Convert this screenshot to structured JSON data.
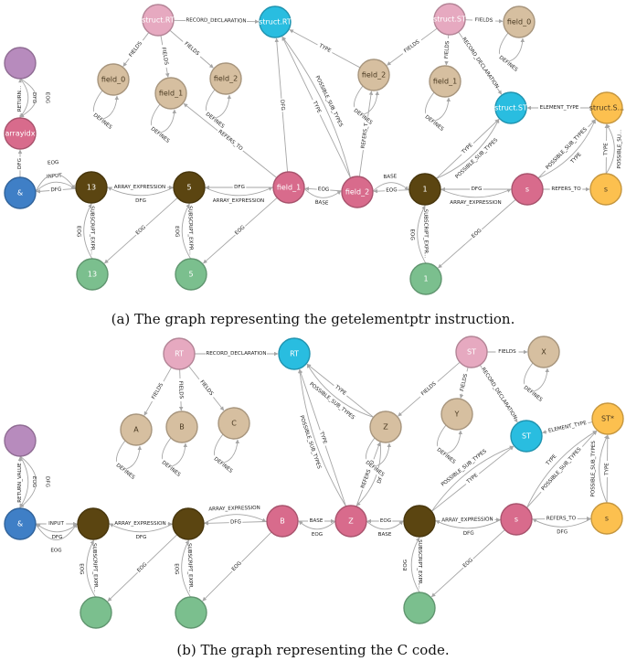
{
  "colors": {
    "purple": "#b78bbd",
    "pink": "#d86b8c",
    "pale_pink": "#e6a9c0",
    "blue": "#3f7fc6",
    "cyan": "#29bde0",
    "tan": "#d6bfa0",
    "dark": "#5b4511",
    "green": "#7bbf8e",
    "orange": "#fcc04f",
    "edge": "#a6a6a6"
  },
  "captions": {
    "a": "(a) The graph representing the getelementptr instruction.",
    "b": "(b) The graph representing the C code."
  },
  "graph_a": {
    "nodes": [
      {
        "id": "a_purple",
        "label": "",
        "color": "purple"
      },
      {
        "id": "a_arrayidx",
        "label": "arrayidx",
        "color": "pink"
      },
      {
        "id": "a_amp",
        "label": "&",
        "color": "blue"
      },
      {
        "id": "a_13",
        "label": "13",
        "color": "dark"
      },
      {
        "id": "a_5",
        "label": "5",
        "color": "dark"
      },
      {
        "id": "a_field1",
        "label": "field_1",
        "color": "pink"
      },
      {
        "id": "a_field2",
        "label": "field_2",
        "color": "pink"
      },
      {
        "id": "a_1",
        "label": "1",
        "color": "dark"
      },
      {
        "id": "a_s",
        "label": "s",
        "color": "pink"
      },
      {
        "id": "a_s_y",
        "label": "s",
        "color": "orange"
      },
      {
        "id": "a_13g",
        "label": "13",
        "color": "green"
      },
      {
        "id": "a_5g",
        "label": "5",
        "color": "green"
      },
      {
        "id": "a_1g",
        "label": "1",
        "color": "green"
      },
      {
        "id": "a_structRT_p",
        "label": "struct.RT",
        "color": "pale_pink"
      },
      {
        "id": "a_structRT_c",
        "label": "struct.RT",
        "color": "cyan"
      },
      {
        "id": "a_structST_p",
        "label": "struct.ST",
        "color": "pale_pink"
      },
      {
        "id": "a_field0_top",
        "label": "field_0",
        "color": "tan"
      },
      {
        "id": "a_f0",
        "label": "field_0",
        "color": "tan"
      },
      {
        "id": "a_f1",
        "label": "field_1",
        "color": "tan"
      },
      {
        "id": "a_f2",
        "label": "field_2",
        "color": "tan"
      },
      {
        "id": "a_f2b",
        "label": "field_2",
        "color": "tan"
      },
      {
        "id": "a_f1b",
        "label": "field_1",
        "color": "tan"
      },
      {
        "id": "a_structST_c",
        "label": "struct.ST",
        "color": "cyan"
      },
      {
        "id": "a_structS_o",
        "label": "struct.S...",
        "color": "orange"
      }
    ],
    "edges": [
      {
        "from": "a_arrayidx",
        "to": "a_purple",
        "label": "RETURN..."
      },
      {
        "from": "a_purple",
        "to": "a_arrayidx",
        "label": "DFG"
      },
      {
        "from": "a_purple",
        "to": "a_arrayidx",
        "label": "EOG"
      },
      {
        "from": "a_amp",
        "to": "a_arrayidx",
        "label": "DFG"
      },
      {
        "from": "a_13",
        "to": "a_amp",
        "label": "DFG"
      },
      {
        "from": "a_amp",
        "to": "a_13",
        "label": "INPUT"
      },
      {
        "from": "a_amp",
        "to": "a_13",
        "label": "EOG"
      },
      {
        "from": "a_13",
        "to": "a_5",
        "label": "ARRAY_EXPRESSION"
      },
      {
        "from": "a_5",
        "to": "a_13",
        "label": "DFG"
      },
      {
        "from": "a_field1",
        "to": "a_5",
        "label": "DFG"
      },
      {
        "from": "a_5",
        "to": "a_field1",
        "label": "ARRAY_EXPRESSION"
      },
      {
        "from": "a_field2",
        "to": "a_field1",
        "label": "EOG"
      },
      {
        "from": "a_field1",
        "to": "a_field2",
        "label": "BASE"
      },
      {
        "from": "a_1",
        "to": "a_field2",
        "label": "EOG"
      },
      {
        "from": "a_field2",
        "to": "a_1",
        "label": "BASE"
      },
      {
        "from": "a_s",
        "to": "a_1",
        "label": "DFG"
      },
      {
        "from": "a_1",
        "to": "a_s",
        "label": "ARRAY_EXPRESSION"
      },
      {
        "from": "a_s",
        "to": "a_s_y",
        "label": "REFERS_TO"
      },
      {
        "from": "a_13",
        "to": "a_13g",
        "label": "SUBSCRIPT_EXPR..."
      },
      {
        "from": "a_13g",
        "to": "a_13",
        "label": "EOG"
      },
      {
        "from": "a_5",
        "to": "a_13g",
        "label": "EOG"
      },
      {
        "from": "a_5",
        "to": "a_5g",
        "label": "SUBSCRIPT_EXPR..."
      },
      {
        "from": "a_5g",
        "to": "a_5",
        "label": "EOG"
      },
      {
        "from": "a_field1",
        "to": "a_5g",
        "label": "EOG"
      },
      {
        "from": "a_1",
        "to": "a_1g",
        "label": "SUBSCRIPT_EXPR..."
      },
      {
        "from": "a_1g",
        "to": "a_1",
        "label": "EOG"
      },
      {
        "from": "a_s",
        "to": "a_1g",
        "label": "EOG"
      },
      {
        "from": "a_structRT_p",
        "to": "a_structRT_c",
        "label": "RECORD_DECLARATION"
      },
      {
        "from": "a_structST_p",
        "to": "a_field0_top",
        "label": "FIELDS"
      },
      {
        "from": "a_field0_top",
        "to": "a_field0_top",
        "label": "DEFINES"
      },
      {
        "from": "a_structRT_p",
        "to": "a_f0",
        "label": "FIELDS"
      },
      {
        "from": "a_structRT_p",
        "to": "a_f1",
        "label": "FIELDS"
      },
      {
        "from": "a_structRT_p",
        "to": "a_f2",
        "label": "FIELDS"
      },
      {
        "from": "a_f0",
        "to": "a_f0",
        "label": "DEFINES"
      },
      {
        "from": "a_f1",
        "to": "a_f1",
        "label": "DEFINES"
      },
      {
        "from": "a_f2",
        "to": "a_f2",
        "label": "DEFINES"
      },
      {
        "from": "a_field1",
        "to": "a_f1",
        "label": "REFERS_TO"
      },
      {
        "from": "a_field1",
        "to": "a_structRT_c",
        "label": "DFG"
      },
      {
        "from": "a_field2",
        "to": "a_structRT_c",
        "label": "TYPE"
      },
      {
        "from": "a_field2",
        "to": "a_structRT_c",
        "label": "POSSIBLE_SUB_TYPES"
      },
      {
        "from": "a_f2b",
        "to": "a_structRT_c",
        "label": "TYPE"
      },
      {
        "from": "a_field2",
        "to": "a_f2b",
        "label": "REFERS_TO"
      },
      {
        "from": "a_structST_p",
        "to": "a_f2b",
        "label": "FIELDS"
      },
      {
        "from": "a_structST_p",
        "to": "a_f1b",
        "label": "FIELDS"
      },
      {
        "from": "a_f2b",
        "to": "a_f2b",
        "label": "DEFINES"
      },
      {
        "from": "a_f1b",
        "to": "a_f1b",
        "label": "DEFINES"
      },
      {
        "from": "a_structST_p",
        "to": "a_structST_c",
        "label": "RECORD_DECLARATION"
      },
      {
        "from": "a_1",
        "to": "a_structST_c",
        "label": "TYPE"
      },
      {
        "from": "a_1",
        "to": "a_structST_c",
        "label": "POSSIBLE_SUB_TYPES"
      },
      {
        "from": "a_structS_o",
        "to": "a_structST_c",
        "label": "ELEMENT_TYPE"
      },
      {
        "from": "a_s",
        "to": "a_structS_o",
        "label": "POSSIBLE_SUB_TYPES"
      },
      {
        "from": "a_s",
        "to": "a_structS_o",
        "label": "TYPE"
      },
      {
        "from": "a_s_y",
        "to": "a_structS_o",
        "label": "TYPE"
      },
      {
        "from": "a_s_y",
        "to": "a_structS_o",
        "label": "POSSIBLE_SU..."
      }
    ]
  },
  "graph_b": {
    "nodes": [
      {
        "id": "b_purple",
        "label": "",
        "color": "purple"
      },
      {
        "id": "b_amp",
        "label": "&",
        "color": "blue"
      },
      {
        "id": "b_d1",
        "label": "",
        "color": "dark"
      },
      {
        "id": "b_d2",
        "label": "",
        "color": "dark"
      },
      {
        "id": "b_B",
        "label": "B",
        "color": "pink"
      },
      {
        "id": "b_Z",
        "label": "Z",
        "color": "pink"
      },
      {
        "id": "b_d3",
        "label": "",
        "color": "dark"
      },
      {
        "id": "b_s",
        "label": "s",
        "color": "pink"
      },
      {
        "id": "b_s_y",
        "label": "s",
        "color": "orange"
      },
      {
        "id": "b_g1",
        "label": "",
        "color": "green"
      },
      {
        "id": "b_g2",
        "label": "",
        "color": "green"
      },
      {
        "id": "b_g3",
        "label": "",
        "color": "green"
      },
      {
        "id": "b_RT_p",
        "label": "RT",
        "color": "pale_pink"
      },
      {
        "id": "b_RT_c",
        "label": "RT",
        "color": "cyan"
      },
      {
        "id": "b_ST_p",
        "label": "ST",
        "color": "pale_pink"
      },
      {
        "id": "b_X",
        "label": "X",
        "color": "tan"
      },
      {
        "id": "b_A",
        "label": "A",
        "color": "tan"
      },
      {
        "id": "b_Bt",
        "label": "B",
        "color": "tan"
      },
      {
        "id": "b_C",
        "label": "C",
        "color": "tan"
      },
      {
        "id": "b_Zt",
        "label": "Z",
        "color": "tan"
      },
      {
        "id": "b_Y",
        "label": "Y",
        "color": "tan"
      },
      {
        "id": "b_ST_c",
        "label": "ST",
        "color": "cyan"
      },
      {
        "id": "b_STstar",
        "label": "ST*",
        "color": "orange"
      }
    ],
    "edges": [
      {
        "from": "b_amp",
        "to": "b_purple",
        "label": "RETURN_VALUE"
      },
      {
        "from": "b_purple",
        "to": "b_amp",
        "label": "EOG"
      },
      {
        "from": "b_purple",
        "to": "b_amp",
        "label": "DFG"
      },
      {
        "from": "b_amp",
        "to": "b_d1",
        "label": "INPUT"
      },
      {
        "from": "b_d1",
        "to": "b_amp",
        "label": "DFG"
      },
      {
        "from": "b_amp",
        "to": "b_d1",
        "label": "EOG"
      },
      {
        "from": "b_d1",
        "to": "b_d2",
        "label": "ARRAY_EXPRESSION"
      },
      {
        "from": "b_d2",
        "to": "b_d1",
        "label": "DFG"
      },
      {
        "from": "b_B",
        "to": "b_d2",
        "label": "DFG"
      },
      {
        "from": "b_d2",
        "to": "b_B",
        "label": "ARRAY_EXPRESSION"
      },
      {
        "from": "b_B",
        "to": "b_Z",
        "label": "BASE"
      },
      {
        "from": "b_Z",
        "to": "b_B",
        "label": "EOG"
      },
      {
        "from": "b_d3",
        "to": "b_Z",
        "label": "EOG"
      },
      {
        "from": "b_Z",
        "to": "b_d3",
        "label": "BASE"
      },
      {
        "from": "b_d3",
        "to": "b_s",
        "label": "ARRAY_EXPRESSION"
      },
      {
        "from": "b_s",
        "to": "b_d3",
        "label": "DFG"
      },
      {
        "from": "b_s",
        "to": "b_s_y",
        "label": "REFERS_TO"
      },
      {
        "from": "b_s_y",
        "to": "b_s",
        "label": "DFG"
      },
      {
        "from": "b_d1",
        "to": "b_g1",
        "label": "SUBSCRIPT_EXPR..."
      },
      {
        "from": "b_g1",
        "to": "b_d1",
        "label": "EOG"
      },
      {
        "from": "b_d2",
        "to": "b_g1",
        "label": "EOG"
      },
      {
        "from": "b_d2",
        "to": "b_g2",
        "label": "SUBSCRIPT_EXPR..."
      },
      {
        "from": "b_g2",
        "to": "b_d2",
        "label": "EOG"
      },
      {
        "from": "b_B",
        "to": "b_g2",
        "label": "EOG"
      },
      {
        "from": "b_d3",
        "to": "b_g3",
        "label": "SUBSCRIPT_EXPR..."
      },
      {
        "from": "b_g3",
        "to": "b_d3",
        "label": "EOG"
      },
      {
        "from": "b_s",
        "to": "b_g3",
        "label": "EOG"
      },
      {
        "from": "b_RT_p",
        "to": "b_RT_c",
        "label": "RECORD_DECLARATION"
      },
      {
        "from": "b_ST_p",
        "to": "b_X",
        "label": "FIELDS"
      },
      {
        "from": "b_X",
        "to": "b_X",
        "label": "DEFINES"
      },
      {
        "from": "b_RT_p",
        "to": "b_A",
        "label": "FIELDS"
      },
      {
        "from": "b_RT_p",
        "to": "b_Bt",
        "label": "FIELDS"
      },
      {
        "from": "b_RT_p",
        "to": "b_C",
        "label": "FIELDS"
      },
      {
        "from": "b_A",
        "to": "b_A",
        "label": "DEFINES"
      },
      {
        "from": "b_Bt",
        "to": "b_Bt",
        "label": "DEFINES"
      },
      {
        "from": "b_C",
        "to": "b_C",
        "label": "DEFINES"
      },
      {
        "from": "b_Z",
        "to": "b_RT_c",
        "label": "TYPE"
      },
      {
        "from": "b_Zt",
        "to": "b_RT_c",
        "label": "TYPE"
      },
      {
        "from": "b_Z",
        "to": "b_RT_c",
        "label": "POSSIBLE_SUB_TYPES"
      },
      {
        "from": "b_Zt",
        "to": "b_RT_c",
        "label": "POSSIBLE_SUB_TYPES"
      },
      {
        "from": "b_Z",
        "to": "b_Zt",
        "label": "REFERS_TO"
      },
      {
        "from": "b_Zt",
        "to": "b_Z",
        "label": "DFG"
      },
      {
        "from": "b_ST_p",
        "to": "b_Zt",
        "label": "FIELDS"
      },
      {
        "from": "b_ST_p",
        "to": "b_Y",
        "label": "FIELDS"
      },
      {
        "from": "b_Zt",
        "to": "b_Zt",
        "label": "DEFINES"
      },
      {
        "from": "b_Y",
        "to": "b_Y",
        "label": "DEFINES"
      },
      {
        "from": "b_ST_p",
        "to": "b_ST_c",
        "label": "RECORD_DECLARATION"
      },
      {
        "from": "b_d3",
        "to": "b_ST_c",
        "label": "TYPE"
      },
      {
        "from": "b_d3",
        "to": "b_ST_c",
        "label": "POSSIBLE_SUB_TYPES"
      },
      {
        "from": "b_STstar",
        "to": "b_ST_c",
        "label": "ELEMENT_TYPE"
      },
      {
        "from": "b_s",
        "to": "b_STstar",
        "label": "POSSIBLE_SUB_TYPES"
      },
      {
        "from": "b_s",
        "to": "b_STstar",
        "label": "TYPE"
      },
      {
        "from": "b_s_y",
        "to": "b_STstar",
        "label": "TYPE"
      },
      {
        "from": "b_s_y",
        "to": "b_STstar",
        "label": "POSSIBLE_SUB_TYPES"
      }
    ]
  }
}
